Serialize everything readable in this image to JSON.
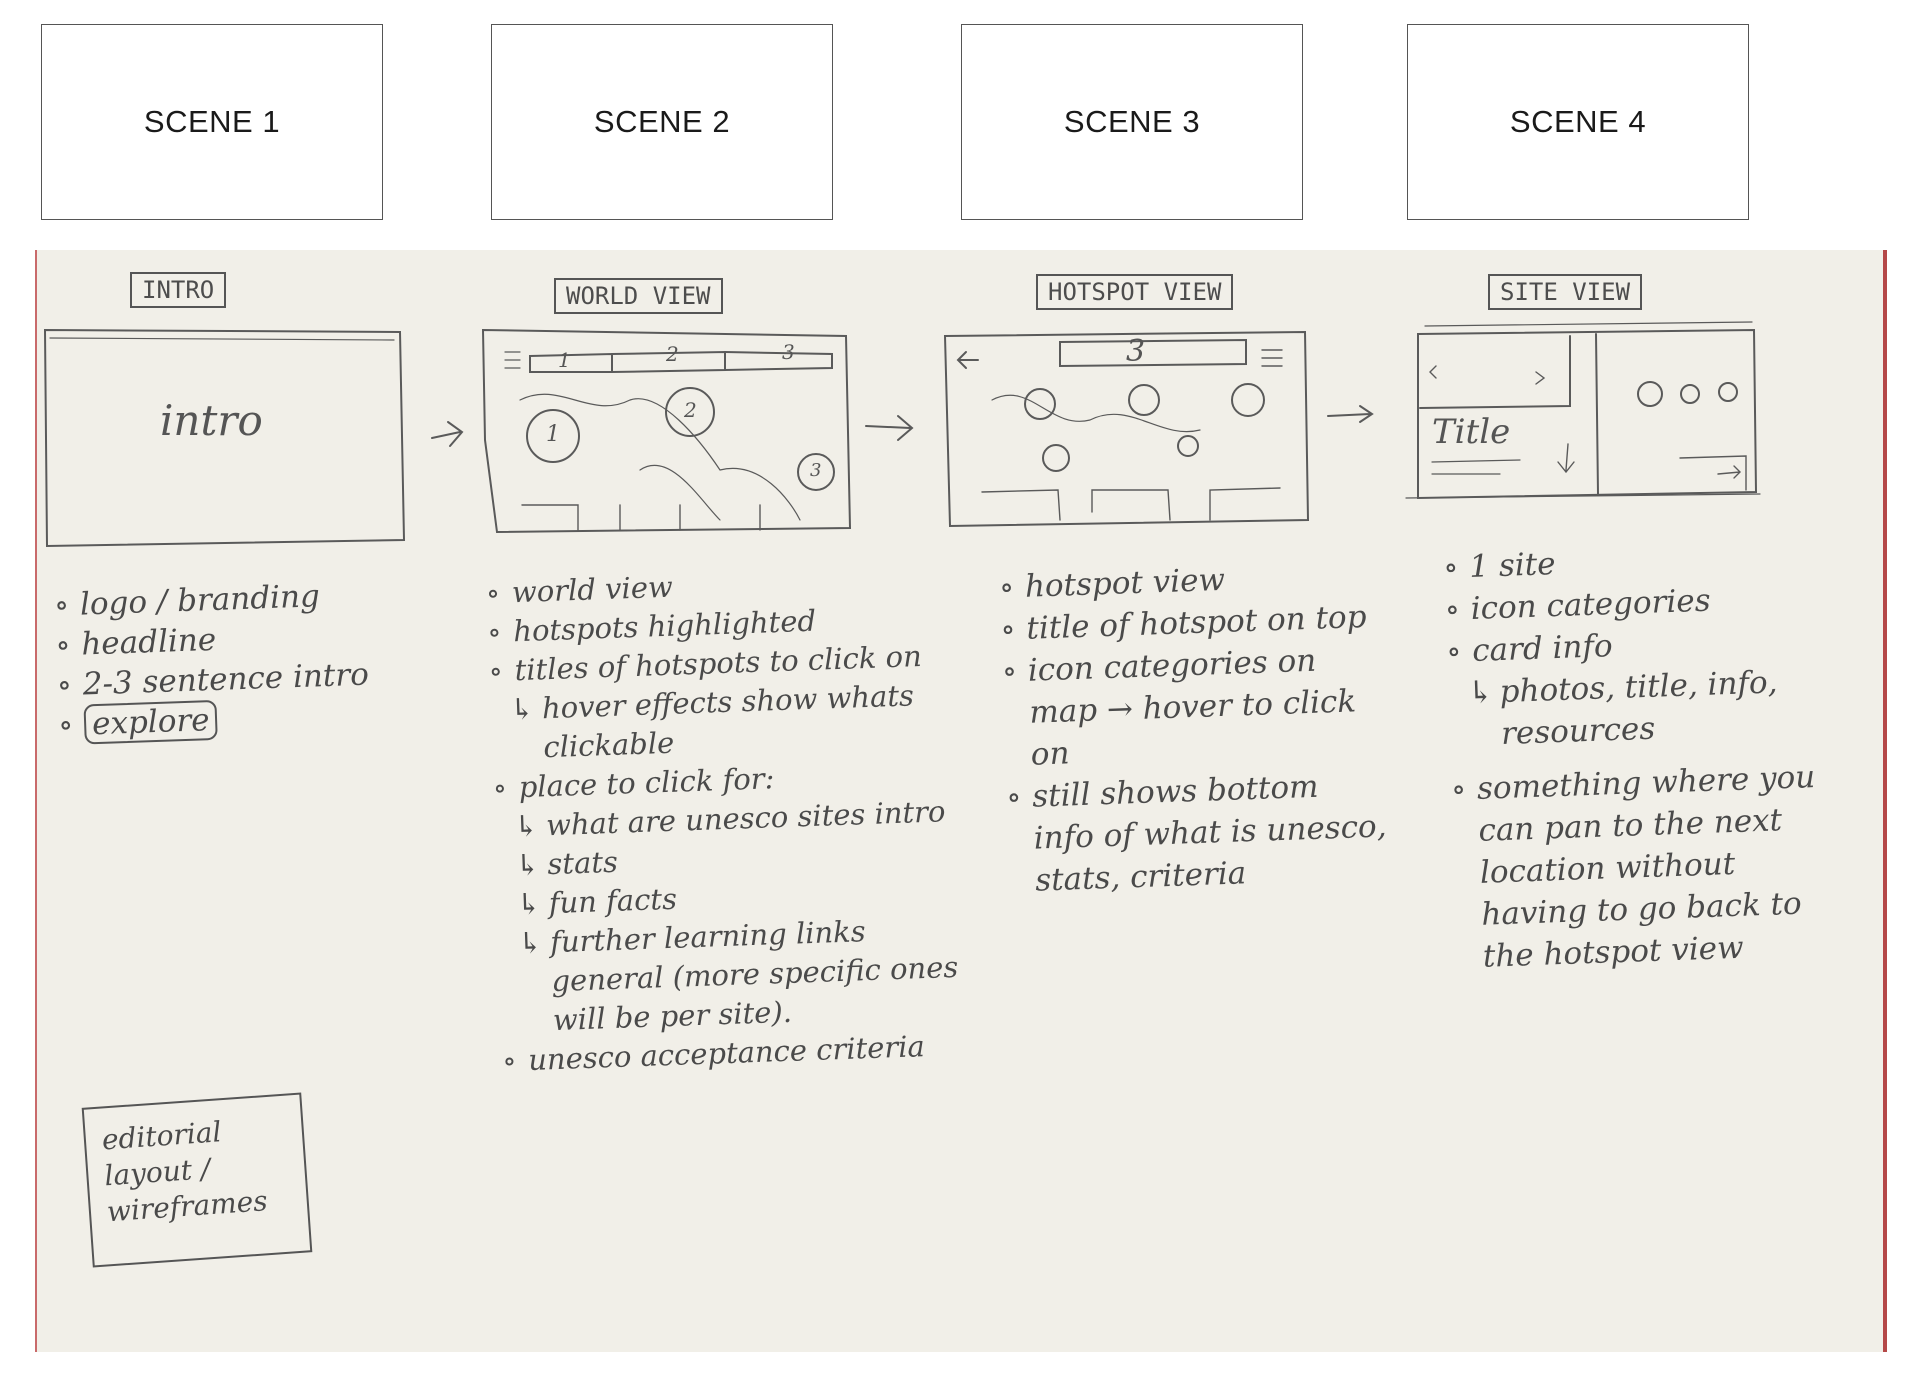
{
  "scenes": [
    "SCENE 1",
    "SCENE 2",
    "SCENE 3",
    "SCENE 4"
  ],
  "columns": {
    "intro": {
      "title": "INTRO",
      "screen_label": "intro",
      "notes": [
        "logo / branding",
        "headline",
        "2-3 sentence intro"
      ],
      "explore": "explore"
    },
    "world": {
      "title": "WORLD VIEW",
      "tabs": [
        "1",
        "2",
        "3"
      ],
      "hotspots": [
        "1",
        "2",
        "3"
      ],
      "notes": [
        {
          "text": "world view",
          "sub": false
        },
        {
          "text": "hotspots highlighted",
          "sub": false
        },
        {
          "text": "titles of hotspots to click on",
          "sub": false
        },
        {
          "text": "hover effects show whats clickable",
          "sub": true
        },
        {
          "text": "place to click for:",
          "sub": false
        },
        {
          "text": "what are unesco sites intro",
          "sub": true
        },
        {
          "text": "stats",
          "sub": true
        },
        {
          "text": "fun facts",
          "sub": true
        },
        {
          "text": "further learning links general (more specific ones will be per site).",
          "sub": true
        },
        {
          "text": "unesco acceptance criteria",
          "sub": false
        }
      ]
    },
    "hotspot": {
      "title": "HOTSPOT VIEW",
      "tab_label": "3",
      "notes": [
        "hotspot view",
        "title of hotspot on top",
        "icon categories on map → hover to click on",
        "still shows bottom info of what is unesco, stats, criteria"
      ]
    },
    "site": {
      "title": "SITE VIEW",
      "card_title": "Title",
      "notes": [
        {
          "text": "1 site",
          "sub": false
        },
        {
          "text": "icon categories",
          "sub": false
        },
        {
          "text": "card info",
          "sub": false
        },
        {
          "text": "photos, title, info, resources",
          "sub": true
        },
        {
          "text": "something where you can pan to the next location without having to go back to the hotspot view",
          "sub": false
        }
      ]
    }
  },
  "editorial": "editorial layout / wireframes",
  "colors": {
    "paper": "#f1efe8",
    "pencil": "#555555",
    "edge": "#b54848"
  }
}
